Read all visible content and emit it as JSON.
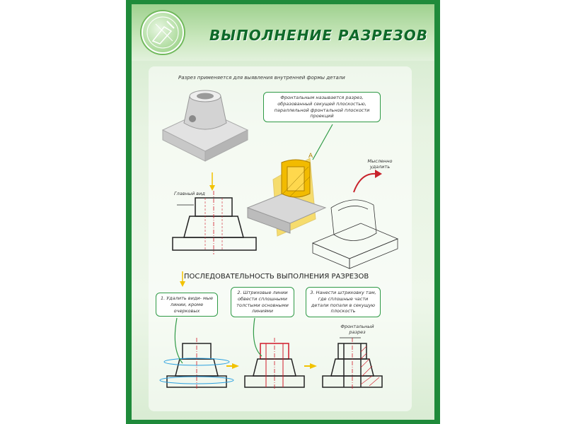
{
  "poster": {
    "title": "ВЫПОЛНЕНИЕ РАЗРЕЗОВ",
    "intro": "Разрез применяется для выявления внутренней формы детали",
    "callout_frontal": "Фронтальным называется разрез, образованный секущей плоскостью, параллельной фронтальной плоскости проекций",
    "label_main_view": "Главный вид",
    "label_mentally_remove": "Мысленно удалить",
    "plane_letter": "А",
    "sequence_heading": "ПОСЛЕДОВАТЕЛЬНОСТЬ ВЫПОЛНЕНИЯ РАЗРЕЗОВ",
    "steps": [
      {
        "text": "1. Удалить види- мые линии, кроме очерковых"
      },
      {
        "text": "2. Штриховые линии обвести сплошными толстыми основными линиями"
      },
      {
        "text": "3. Нанести штриховку там, где сплошные части детали попали в секущую плоскость"
      }
    ],
    "label_frontal_section": "Фронтальный разрез"
  },
  "colors": {
    "frame": "#1f8a3a",
    "accent": "#0f6a2a",
    "callout_border": "#2f9a46",
    "arrow": "#f2c200",
    "section_fill": "#f6c400",
    "center_line": "#d11b2a",
    "cut_plane": "#2aa0e0"
  }
}
